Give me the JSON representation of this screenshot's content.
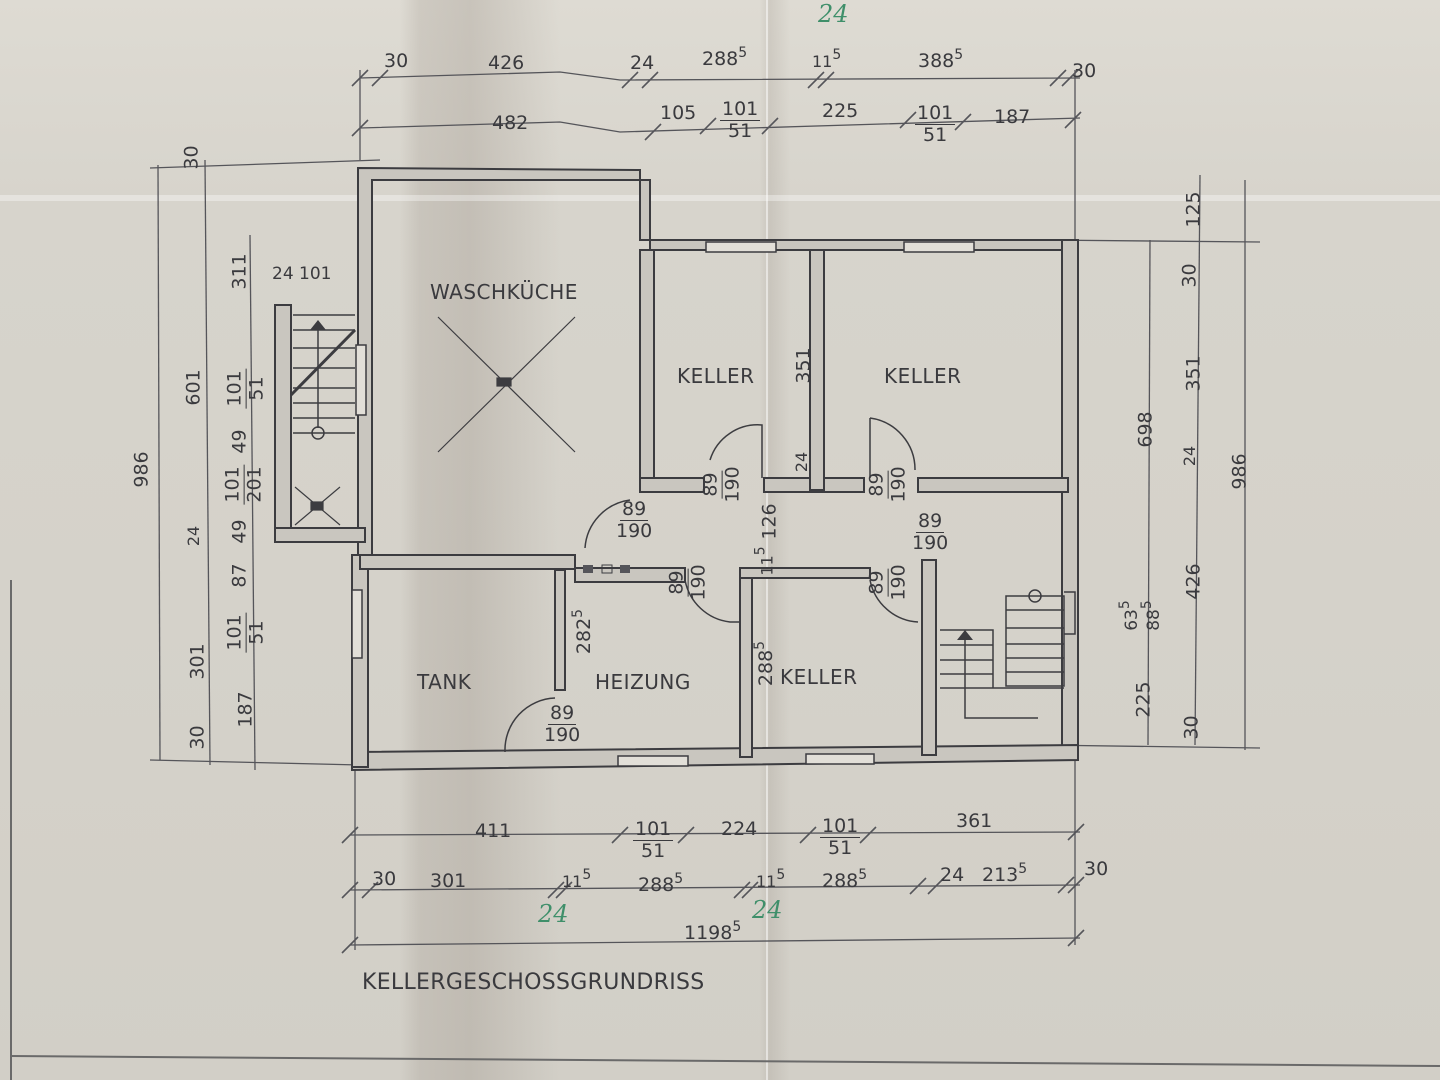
{
  "drawing": {
    "title": "KELLERGESCHOSSGRUNDRISS",
    "type": "basement floor plan",
    "rooms": [
      {
        "id": "waschkueche",
        "label": "WASCHKÜCHE"
      },
      {
        "id": "keller_1",
        "label": "KELLER"
      },
      {
        "id": "keller_2",
        "label": "KELLER"
      },
      {
        "id": "keller_3",
        "label": "KELLER"
      },
      {
        "id": "tank",
        "label": "TANK"
      },
      {
        "id": "heizung",
        "label": "HEIZUNG"
      }
    ],
    "doors": [
      {
        "width": "89",
        "height": "190",
        "location": "waschkueche-hall"
      },
      {
        "width": "89",
        "height": "190",
        "location": "keller_1"
      },
      {
        "width": "89",
        "height": "190",
        "location": "keller_2"
      },
      {
        "width": "89",
        "height": "190",
        "location": "hall-stair"
      },
      {
        "width": "89",
        "height": "190",
        "location": "heizung-top"
      },
      {
        "width": "89",
        "height": "190",
        "location": "keller_3"
      },
      {
        "width": "89",
        "height": "190",
        "location": "tank-heizung"
      }
    ],
    "dimensions": {
      "top_outer": [
        "30",
        "426",
        "24",
        "288⁵",
        "11⁵",
        "388⁵",
        "30"
      ],
      "top_inner": [
        "482",
        "105",
        "101/51",
        "225",
        "101/51",
        "187"
      ],
      "bottom_inner": [
        "411",
        "101/51",
        "224",
        "101/51",
        "361"
      ],
      "bottom_outer": [
        "30",
        "301",
        "11⁵",
        "288⁵",
        "11⁵",
        "288⁵",
        "24",
        "213⁵",
        "30"
      ],
      "bottom_total": "1198⁵",
      "left_outer": [
        "30",
        "601",
        "24",
        "301",
        "30"
      ],
      "left_inner": [
        "311",
        "101/51",
        "49",
        "101/201",
        "49",
        "87",
        "101/51",
        "187"
      ],
      "left_total": "986",
      "left_stair": "24 101",
      "right_outer": [
        "125",
        "30",
        "351",
        "24",
        "426",
        "30"
      ],
      "right_inner": [
        "698",
        "225"
      ],
      "right_total": "986",
      "right_stair": [
        "63⁵",
        "88⁵"
      ],
      "interior": [
        "351",
        "24",
        "126",
        "11⁵",
        "282⁵",
        "288⁵"
      ]
    },
    "handwritten_annotations": [
      "24",
      "24",
      "24"
    ]
  },
  "labels": {
    "d30a": "30",
    "d426": "426",
    "d24a": "24",
    "d288a": "288",
    "d115a": "11",
    "d388": "388",
    "d30b": "30",
    "d482": "482",
    "d105": "105",
    "d101a": "101",
    "d51a": "51",
    "d225a": "225",
    "d101b": "101",
    "d51b": "51",
    "d187a": "187",
    "d411": "411",
    "d101c": "101",
    "d51c": "51",
    "d224": "224",
    "d101d": "101",
    "d51d": "51",
    "d361": "361",
    "d30c": "30",
    "d301a": "301",
    "d115b": "11",
    "d288b": "288",
    "d115c": "11",
    "d288c": "288",
    "d24b": "24",
    "d213": "213",
    "d30d": "30",
    "d1198": "1198",
    "l30": "30",
    "l601": "601",
    "l986": "986",
    "l24": "24",
    "l301": "301",
    "l30b": "30",
    "l311": "311",
    "l101a": "101",
    "l51a": "51",
    "l49a": "49",
    "l101b": "101",
    "l201": "201",
    "l49b": "49",
    "l87": "87",
    "l101c": "101",
    "l51c": "51",
    "l187": "187",
    "l24_101": "24 101",
    "r125": "125",
    "r30": "30",
    "r351": "351",
    "r24": "24",
    "r426": "426",
    "r30b": "30",
    "r698": "698",
    "r225": "225",
    "r986": "986",
    "r63": "63",
    "r88": "88",
    "i351": "351",
    "i24": "24",
    "i126": "126",
    "i115": "11",
    "i282": "282",
    "i288": "288",
    "sup5": "5",
    "door_w": "89",
    "door_h": "190",
    "green24": "24"
  }
}
